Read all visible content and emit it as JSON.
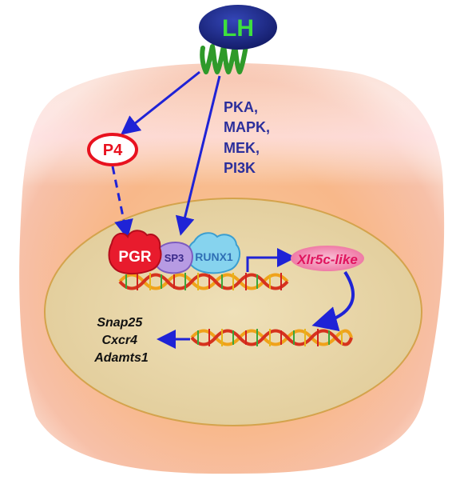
{
  "ligand": {
    "label": "LH"
  },
  "kinases": {
    "lines": [
      "PKA,",
      "MAPK,",
      "MEK,",
      "PI3K"
    ]
  },
  "hormone": {
    "label": "P4"
  },
  "receptor": {
    "label": "PGR"
  },
  "cofactors": {
    "sp3": "SP3",
    "runx1": "RUNX1"
  },
  "target_gene": {
    "label": "Xlr5c-like"
  },
  "downstream_genes": {
    "lines": [
      "Snap25",
      "Cxcr4",
      "Adamts1"
    ]
  },
  "colors": {
    "arrow": "#1f23d6",
    "kinase_text": "#2b2f9c",
    "p4_red": "#e8121f",
    "pgr_red": "#e81b2d",
    "sp3_purple": "#b79be3",
    "runx1_blue": "#86d3ee",
    "target_pink": "#f36a9d",
    "cell": "#f6b987",
    "nucleus": "#e6d3a4",
    "receptor_green": "#2f9a2a",
    "ligand_navy": "#1d2a86",
    "ligand_text": "#3ee03e"
  }
}
